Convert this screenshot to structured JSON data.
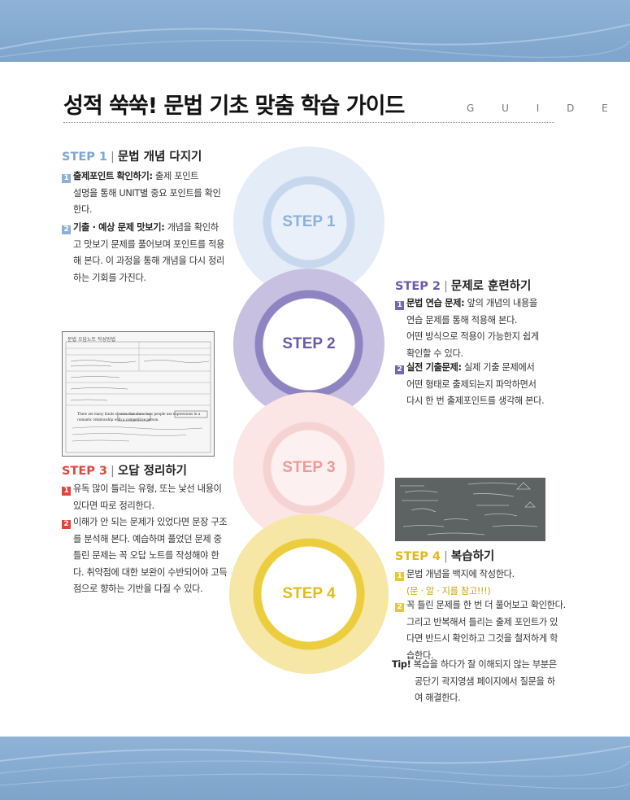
{
  "page": {
    "title": "성적 쑥쑥! 문법 기초 맞춤 학습 가이드",
    "guide_label": "G U I D E"
  },
  "colors": {
    "step1": "#8eb0d8",
    "step2": "#7566b0",
    "step3": "#e2433b",
    "step4": "#e8c73a",
    "band": "#8fb3d6"
  },
  "circles": [
    {
      "label": "STEP 1"
    },
    {
      "label": "STEP 2"
    },
    {
      "label": "STEP 3"
    },
    {
      "label": "STEP 4"
    }
  ],
  "step1": {
    "tag": "STEP 1",
    "sep": "|",
    "name": "문법 개념 다지기",
    "items": [
      {
        "num": "1",
        "lead": "출제포인트 확인하기:",
        "lines": [
          " 출제 포인트",
          "설명을 통해 UNIT별 중요 포인트를 확인",
          "한다."
        ]
      },
      {
        "num": "2",
        "lead": "기출 · 예상 문제 맛보기:",
        "lines": [
          " 개념을 확인하",
          "고 맛보기 문제를 풀어보며 포인트를 적용",
          "해 본다. 이 과정을 통해 개념을 다시 정리",
          "하는 기회를 가진다."
        ]
      }
    ]
  },
  "step2": {
    "tag": "STEP 2",
    "sep": "|",
    "name": "문제로 훈련하기",
    "items": [
      {
        "num": "1",
        "lead": "문법 연습 문제:",
        "lines": [
          " 앞의 개념의 내용을",
          "연습 문제를 통해 적용해 본다.",
          "어떤 방식으로 적용이 가능한지 쉽게",
          "확인할 수 있다."
        ]
      },
      {
        "num": "2",
        "lead": "실전 기출문제:",
        "lines": [
          " 실제 기출 문제에서",
          "어떤 형태로 출제되는지 파악하면서",
          "다시 한 번 출제포인트를 생각해 본다."
        ]
      }
    ]
  },
  "step3": {
    "tag": "STEP 3",
    "sep": "|",
    "name": "오답 정리하기",
    "items": [
      {
        "num": "1",
        "lead": "",
        "lines": [
          "유독 많이 틀리는 유형, 또는 낯선 내용이",
          "있다면 따로 정리한다."
        ]
      },
      {
        "num": "2",
        "lead": "",
        "lines": [
          "이해가 안 되는 문제가 있었다면 문장 구조",
          "를 분석해 본다. 예습하며 풀었던 문제 중",
          "틀린 문제는 꼭 오답 노트를 작성해야 한",
          "다. 취약점에 대한 보완이 수반되어야 고득",
          "점으로 향하는 기반을 다질 수 있다."
        ]
      }
    ]
  },
  "step4": {
    "tag": "STEP 4",
    "sep": "|",
    "name": "복습하기",
    "items": [
      {
        "num": "1",
        "lead": "",
        "lines": [
          "문법 개념을 백지에 작성한다.",
          "(문 · 알 · 지를 참고!!!)"
        ]
      },
      {
        "num": "2",
        "lead": "",
        "lines": [
          "꼭 틀린 문제를 한 번 더 풀어보고 확인한다.",
          "그리고 반복해서 틀리는 출제 포인트가 있",
          "다면 반드시 확인하고 그것을 철저하게 학",
          "습한다."
        ]
      }
    ],
    "tip_lead": "Tip!",
    "tip_lines": [
      " 복습을 하다가 잘 이해되지 않는 부분은",
      "공단기 곽지영샘 페이지에서 질문을 하",
      "여 해결한다."
    ]
  },
  "note_image": {
    "heading": "문법 오답노트 작성방법",
    "sentence": "There are many kinds of texts that show how people use expressions in a romantic relationship with a competitive person."
  }
}
